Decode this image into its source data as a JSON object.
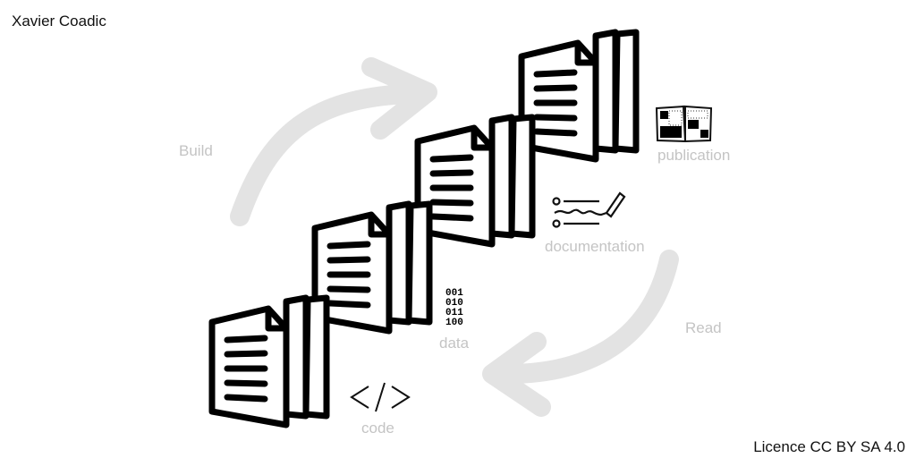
{
  "author": "Xavier Coadic",
  "licence": "Licence CC BY SA 4.0",
  "cycle": {
    "build_label": "Build",
    "read_label": "Read",
    "arrow_color": "#e3e3e3"
  },
  "stages": [
    {
      "label": "code",
      "icon": "code-brackets-icon",
      "icon_text": "</>"
    },
    {
      "label": "data",
      "icon": "binary-data-icon",
      "icon_lines": [
        "001",
        "010",
        "011",
        "100"
      ]
    },
    {
      "label": "documentation",
      "icon": "signature-pen-icon"
    },
    {
      "label": "publication",
      "icon": "newspaper-icon"
    }
  ]
}
